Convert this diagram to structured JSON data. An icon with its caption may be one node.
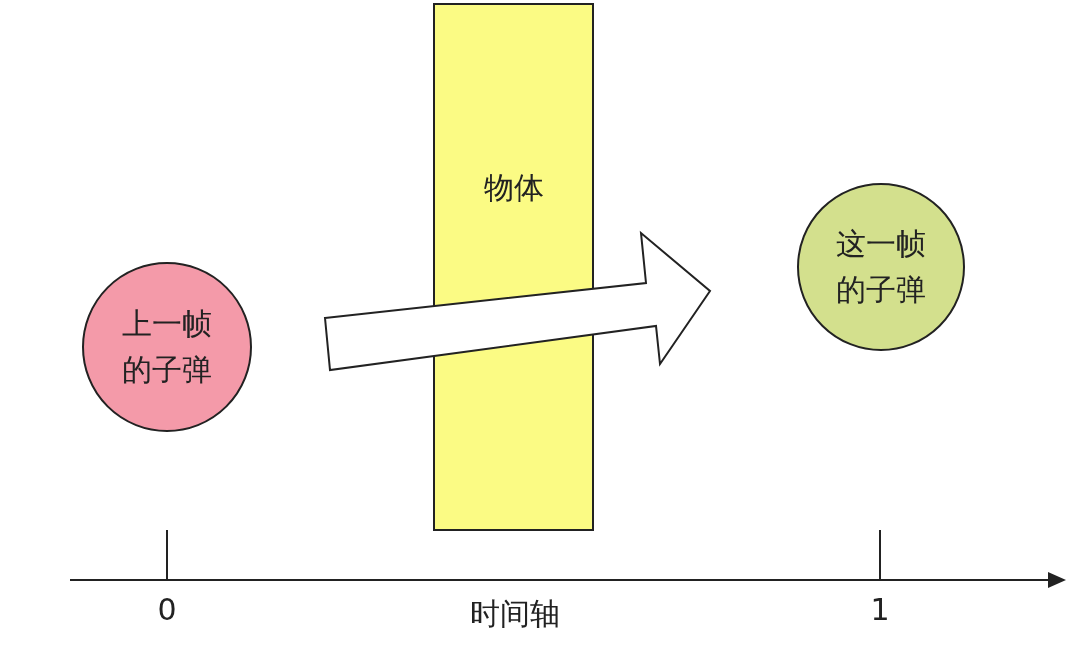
{
  "diagram": {
    "nodes": [
      {
        "text": [
          "上一帧的子弹"
        ]
      },
      {
        "text": [
          "物体"
        ]
      },
      {
        "text": [
          "这一帧的子弹"
        ]
      }
    ],
    "edges": [
      {
        "from": 0,
        "to": 2,
        "arrow": "to",
        "style": "thick"
      }
    ],
    "labels": [
      "0",
      "时间轴",
      "1"
    ]
  }
}
